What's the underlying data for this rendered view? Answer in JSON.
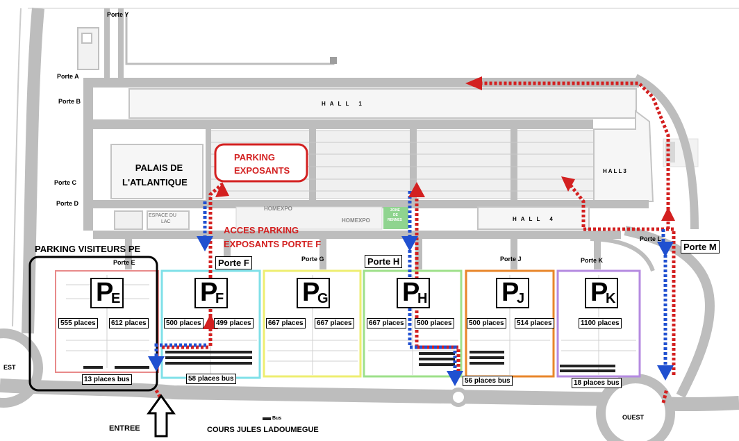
{
  "gates": {
    "y": "Porte Y",
    "a": "Porte A",
    "b": "Porte B",
    "c": "Porte C",
    "d": "Porte D",
    "e": "Porte E",
    "f": "Porte F",
    "g": "Porte G",
    "h": "Porte H",
    "j": "Porte J",
    "k": "Porte K",
    "l": "Porte L",
    "m": "Porte M"
  },
  "halls": {
    "hall1": "HALL 1",
    "hall3": "HALL3",
    "hall4": "HALL 4"
  },
  "buildings": {
    "palais_line1": "PALAIS DE",
    "palais_line2": "L'ATLANTIQUE",
    "espace_line1": "ESPACE DU",
    "espace_line2": "LAC",
    "homexpo_1": "HOMEXPO",
    "homexpo_2": "HOMEXPO",
    "zone_line1": "ZONE",
    "zone_line2": "DE",
    "zone_line3": "RENNES"
  },
  "callouts": {
    "parking_exposants_line1": "PARKING",
    "parking_exposants_line2": "EXPOSANTS",
    "acces_line1": "ACCES PARKING",
    "acces_line2": "EXPOSANTS PORTE F",
    "parking_visiteurs": "PARKING VISITEURS PE"
  },
  "parkings": [
    {
      "letter": "P",
      "sub": "E",
      "places": [
        "555 places",
        "612 places"
      ],
      "bus": "13 places bus",
      "color": "#e88a8a"
    },
    {
      "letter": "P",
      "sub": "F",
      "places": [
        "500 places",
        "499 places"
      ],
      "bus": "58 places bus",
      "color": "#7fe0e8"
    },
    {
      "letter": "P",
      "sub": "G",
      "places": [
        "667 places",
        "667 places"
      ],
      "bus": "",
      "color": "#eeee70"
    },
    {
      "letter": "P",
      "sub": "H",
      "places": [
        "667 places",
        "500 places"
      ],
      "bus": "",
      "color": "#9ee08a"
    },
    {
      "letter": "P",
      "sub": "J",
      "places": [
        "500 places",
        "514 places"
      ],
      "bus": "56 places bus",
      "color": "#e8862a"
    },
    {
      "letter": "P",
      "sub": "K",
      "places": [
        "1100 places"
      ],
      "bus": "18 places bus",
      "color": "#b48ae0"
    }
  ],
  "roads": {
    "est": "EST",
    "ouest": "OUEST",
    "entree": "ENTREE",
    "cours": "COURS JULES LADOUMEGUE",
    "bus_legend": "Bus"
  },
  "colors": {
    "road": "#bdbdbd",
    "building": "#f6f6f6",
    "route_red": "#d32020",
    "route_blue": "#2050d0",
    "zone_green": "#8fd48f"
  }
}
